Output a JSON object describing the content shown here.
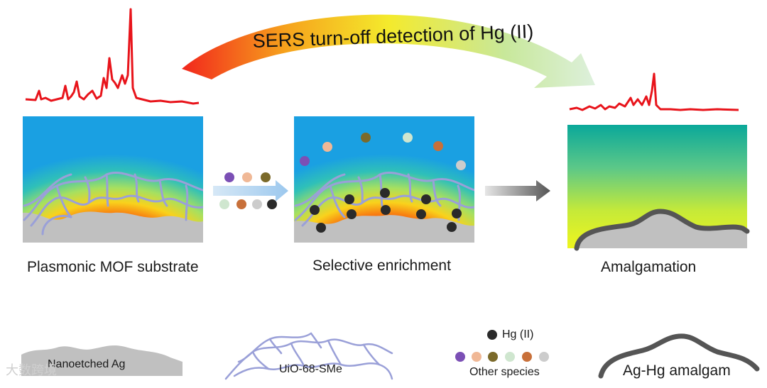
{
  "arc_title": "SERS turn-off detection of Hg (II)",
  "panels": [
    {
      "caption": "Plasmonic MOF substrate"
    },
    {
      "caption": "Selective enrichment"
    },
    {
      "caption": "Amalgamation"
    }
  ],
  "legend": {
    "nanoetched_ag": "Nanoetched Ag",
    "uio": "UiO-68-SMe",
    "hg": "Hg (II)",
    "other_species": "Other species",
    "amalgam": "Ag-Hg amalgam"
  },
  "colors": {
    "spectrum": "#e8141b",
    "hg_dot": "#2a2a2a",
    "mof_line": "#9aa0d8",
    "ag_gray": "#c0c0c0",
    "amalgam_outline": "#555555",
    "other_species": [
      "#7b4fb5",
      "#f0b896",
      "#7b6a2a",
      "#cfe6cf",
      "#c8703a",
      "#cccccc"
    ]
  },
  "watermark": "大数跨境"
}
